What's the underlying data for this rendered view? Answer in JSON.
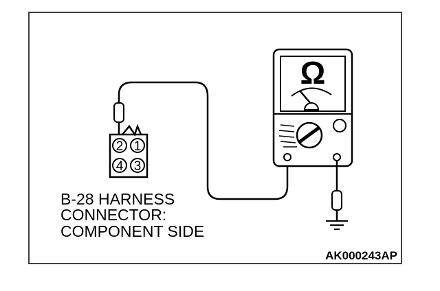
{
  "connector": {
    "caption_lines": [
      "B-28 HARNESS",
      "CONNECTOR:",
      "COMPONENT SIDE"
    ],
    "pins": [
      "2",
      "1",
      "4",
      "3"
    ]
  },
  "meter": {
    "unit_symbol": "Ω"
  },
  "figure_code": "AK000243AP"
}
